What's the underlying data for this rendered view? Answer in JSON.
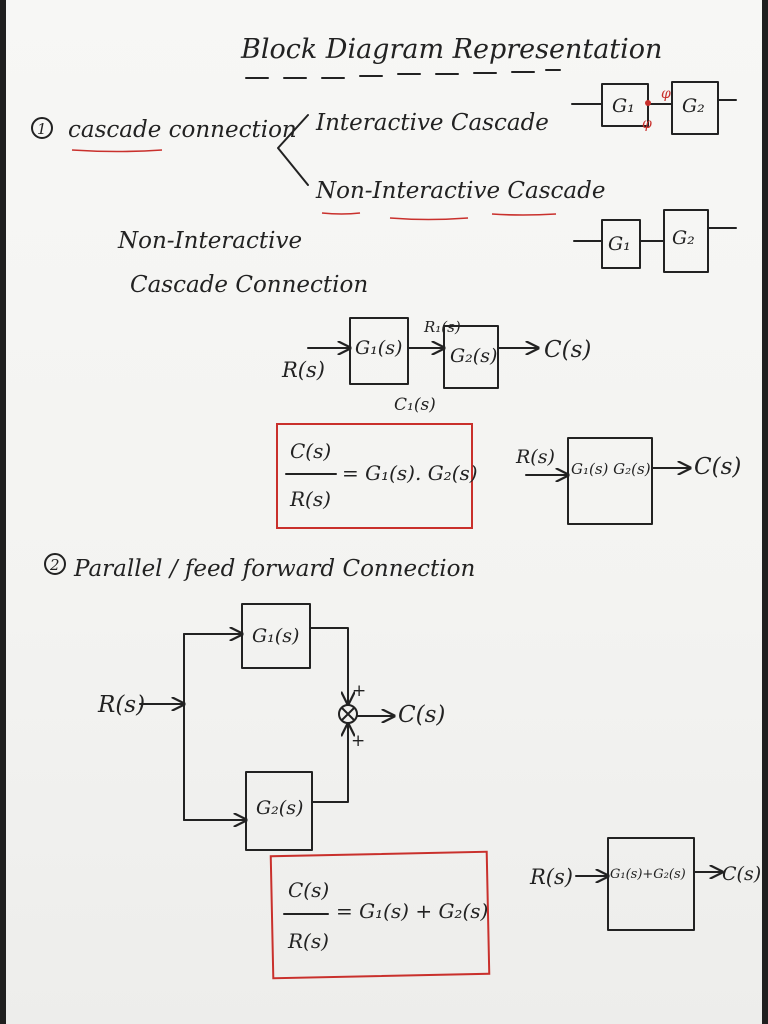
{
  "title": "Block Diagram Representation",
  "section1": {
    "number": "1",
    "heading": "cascade connection",
    "branch_interactive": "Interactive Cascade",
    "branch_non_interactive": "Non-Interactive Cascade",
    "subheading_line1": "Non-Interactive",
    "subheading_line2": "Cascade Connection"
  },
  "small_blocks": {
    "interactive": {
      "block1": "G₁",
      "block2": "G₂",
      "marker": "φ"
    },
    "non_interactive": {
      "block1": "G₁",
      "block2": "G₂"
    }
  },
  "cascade_diagram": {
    "input": "R(s)",
    "block1": "G₁(s)",
    "block2": "G₂(s)",
    "output": "C(s)",
    "mid_top": "R₁(s)",
    "mid_bottom": "C₁(s)"
  },
  "cascade_result": {
    "numerator": "C(s)",
    "denominator": "R(s)",
    "rhs": "= G₁(s). G₂(s)",
    "eq_input": "R(s)",
    "eq_block": "G₁(s) G₂(s)",
    "eq_output": "C(s)"
  },
  "section2": {
    "number": "2",
    "heading": "Parallel / feed forward Connection"
  },
  "parallel_diagram": {
    "input": "R(s)",
    "block1": "G₁(s)",
    "block2": "G₂(s)",
    "output": "C(s)",
    "sign_top": "+",
    "sign_bottom": "+"
  },
  "parallel_result": {
    "numerator": "C(s)",
    "denominator": "R(s)",
    "rhs": "= G₁(s) + G₂(s)",
    "eq_input": "R(s)",
    "eq_block": "G₁(s)+G₂(s)",
    "eq_output": "C(s)"
  },
  "colors": {
    "ink": "#222222",
    "highlight": "#c9302c",
    "paper": "#f5f5f3"
  }
}
